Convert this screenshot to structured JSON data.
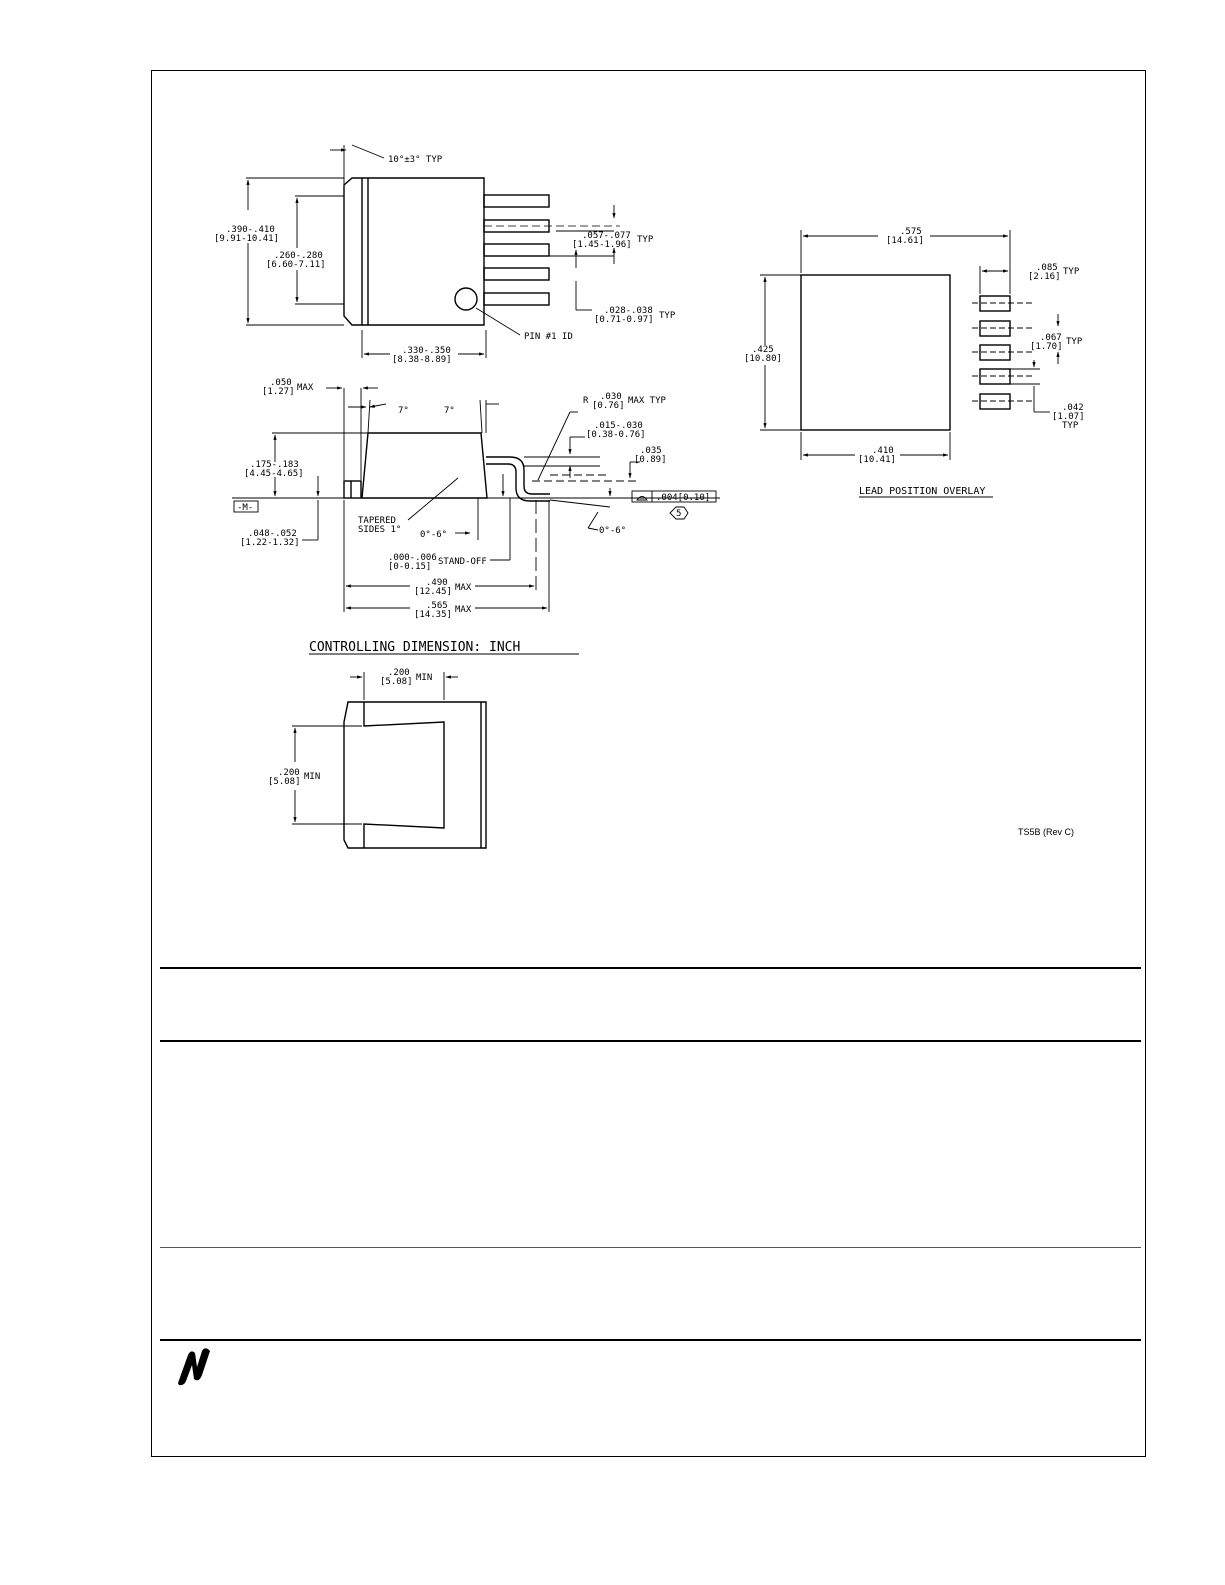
{
  "drawing": {
    "top_view": {
      "angle_note": "10°±3° TYP",
      "overall_height_in": ".390-.410",
      "overall_height_mm": "[9.91-10.41]",
      "tab_height_in": ".260-.280",
      "tab_height_mm": "[6.60-7.11]",
      "pitch_in": ".057-.077",
      "pitch_mm": "[1.45-1.96]",
      "pitch_typ": "TYP",
      "lead_width_in": ".028-.038",
      "lead_width_mm": "[0.71-0.97]",
      "lead_width_typ": "TYP",
      "pin_id": "PIN #1 ID",
      "body_width_in": ".330-.350",
      "body_width_mm": "[8.38-8.89]"
    },
    "side_view": {
      "tab_thick_in": ".050",
      "tab_thick_mm": "[1.27]",
      "tab_thick_max": "MAX",
      "draft_left": "7°",
      "draft_right": "7°",
      "radius_r": "R",
      "radius_in": ".030",
      "radius_mm": "[0.76]",
      "radius_note": "MAX TYP",
      "lead_thick_in": ".015-.030",
      "lead_thick_mm": "[0.38-0.76]",
      "lead_offset_in": ".035",
      "lead_offset_mm": "[0.89]",
      "height_in": ".175-.183",
      "height_mm": "[4.45-4.65]",
      "datum": "-M-",
      "coplanarity_value": ".004[0.10]",
      "note_ref": "5",
      "tapered": "TAPERED",
      "tapered_sides": "SIDES 1°",
      "angle_a": "0°-6°",
      "angle_b": "0°-6°",
      "tab_min_in": ".048-.052",
      "tab_min_mm": "[1.22-1.32]",
      "standoff_in": ".000-.006",
      "standoff_mm": "[0-0.15]",
      "standoff_label": "STAND-OFF",
      "len1_in": ".490",
      "len1_mm": "[12.45]",
      "len1_max": "MAX",
      "len2_in": ".565",
      "len2_mm": "[14.35]",
      "len2_max": "MAX"
    },
    "controlling_dimension": "CONTROLLING DIMENSION: INCH",
    "bottom_view": {
      "w_in": ".200",
      "w_mm": "[5.08]",
      "w_min": "MIN",
      "h_in": ".200",
      "h_mm": "[5.08]",
      "h_min": "MIN"
    },
    "overlay": {
      "width_in": ".575",
      "width_mm": "[14.61]",
      "height_in": ".425",
      "height_mm": "[10.80]",
      "pad_len_in": ".085",
      "pad_len_mm": "[2.16]",
      "pad_len_typ": "TYP",
      "pad_pitch_in": ".067",
      "pad_pitch_mm": "[1.70]",
      "pad_pitch_typ": "TYP",
      "pad_w_in": ".042",
      "pad_w_mm": "[1.07]",
      "pad_w_typ": "TYP",
      "bottom_in": ".410",
      "bottom_mm": "[10.41]",
      "title": "LEAD POSITION OVERLAY"
    },
    "rev_code": "TS5B (Rev C)"
  }
}
